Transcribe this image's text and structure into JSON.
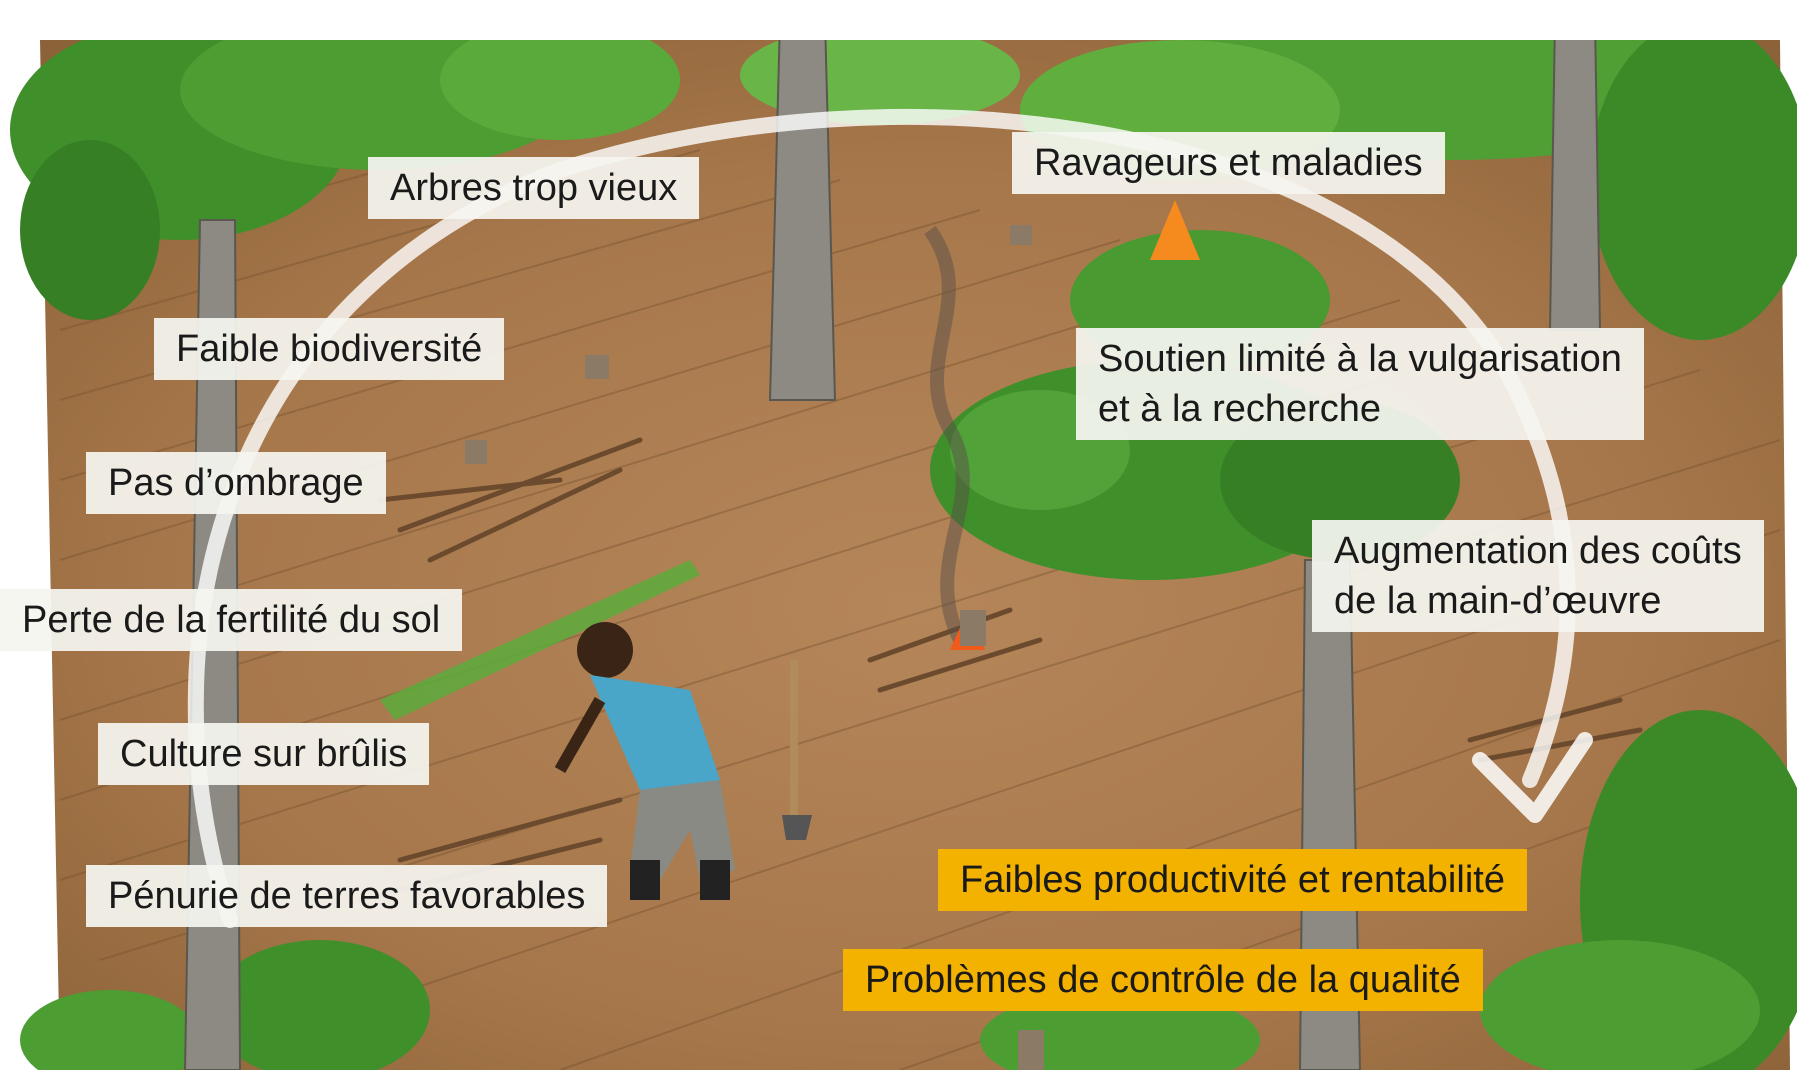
{
  "colors": {
    "label_light": "#f5f5f0",
    "label_highlight": "#f3b100",
    "soil": "#a87a4c",
    "foliage": "#3f8f2a",
    "cycle_arrow": "#ffffff"
  },
  "icons": [
    "cycle-arrow-icon"
  ],
  "labels": {
    "arbres": "Arbres trop vieux",
    "ravageurs": "Ravageurs et maladies",
    "biodiversite": "Faible biodiversité",
    "soutien_line1": "Soutien limité à la vulgarisation",
    "soutien_line2": "et à la recherche",
    "ombrage": "Pas d’ombrage",
    "couts_line1": "Augmentation des coûts",
    "couts_line2": "de la main-d’œuvre",
    "fertilite": "Perte de la fertilité du sol",
    "brulis": "Culture sur brûlis",
    "penurie": "Pénurie de terres favorables",
    "productivite": "Faibles productivité et rentabilité",
    "qualite": "Problèmes de contrôle de la qualité"
  }
}
